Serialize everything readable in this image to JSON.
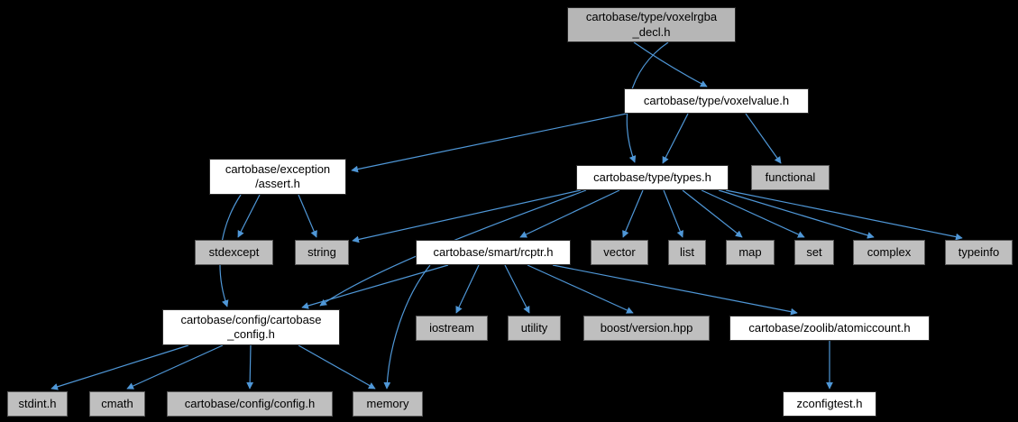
{
  "colors": {
    "background": "#000000",
    "edge": "#4f97d7",
    "internal_node_fill": "#ffffff",
    "external_node_fill": "#bfbfbf",
    "root_node_fill": "#b6b6b6",
    "node_text": "#000000"
  },
  "graph": {
    "nodes": [
      {
        "id": "voxelrgba-decl",
        "label": "cartobase/type/voxelrgba\n_decl.h",
        "kind": "root"
      },
      {
        "id": "voxelvalue",
        "label": "cartobase/type/voxelvalue.h",
        "kind": "internal"
      },
      {
        "id": "assert",
        "label": "cartobase/exception\n/assert.h",
        "kind": "internal"
      },
      {
        "id": "types",
        "label": "cartobase/type/types.h",
        "kind": "internal"
      },
      {
        "id": "functional",
        "label": "functional",
        "kind": "external"
      },
      {
        "id": "stdexcept",
        "label": "stdexcept",
        "kind": "external"
      },
      {
        "id": "string",
        "label": "string",
        "kind": "external"
      },
      {
        "id": "rcptr",
        "label": "cartobase/smart/rcptr.h",
        "kind": "internal"
      },
      {
        "id": "vector",
        "label": "vector",
        "kind": "external"
      },
      {
        "id": "list",
        "label": "list",
        "kind": "external"
      },
      {
        "id": "map",
        "label": "map",
        "kind": "external"
      },
      {
        "id": "set",
        "label": "set",
        "kind": "external"
      },
      {
        "id": "complex",
        "label": "complex",
        "kind": "external"
      },
      {
        "id": "typeinfo",
        "label": "typeinfo",
        "kind": "external"
      },
      {
        "id": "cartobase-config",
        "label": "cartobase/config/cartobase\n_config.h",
        "kind": "internal"
      },
      {
        "id": "iostream",
        "label": "iostream",
        "kind": "external"
      },
      {
        "id": "utility",
        "label": "utility",
        "kind": "external"
      },
      {
        "id": "boost-version",
        "label": "boost/version.hpp",
        "kind": "external"
      },
      {
        "id": "atomiccount",
        "label": "cartobase/zoolib/atomiccount.h",
        "kind": "internal"
      },
      {
        "id": "stdint",
        "label": "stdint.h",
        "kind": "external"
      },
      {
        "id": "cmath",
        "label": "cmath",
        "kind": "external"
      },
      {
        "id": "config",
        "label": "cartobase/config/config.h",
        "kind": "external"
      },
      {
        "id": "memory",
        "label": "memory",
        "kind": "external"
      },
      {
        "id": "zconfigtest",
        "label": "zconfigtest.h",
        "kind": "internal"
      }
    ],
    "edges": [
      {
        "from": "voxelrgba-decl",
        "to": "voxelvalue"
      },
      {
        "from": "voxelrgba-decl",
        "to": "types"
      },
      {
        "from": "voxelvalue",
        "to": "assert"
      },
      {
        "from": "voxelvalue",
        "to": "types"
      },
      {
        "from": "voxelvalue",
        "to": "functional"
      },
      {
        "from": "assert",
        "to": "stdexcept"
      },
      {
        "from": "assert",
        "to": "string"
      },
      {
        "from": "assert",
        "to": "cartobase-config"
      },
      {
        "from": "types",
        "to": "string"
      },
      {
        "from": "types",
        "to": "rcptr"
      },
      {
        "from": "types",
        "to": "vector"
      },
      {
        "from": "types",
        "to": "list"
      },
      {
        "from": "types",
        "to": "map"
      },
      {
        "from": "types",
        "to": "set"
      },
      {
        "from": "types",
        "to": "complex"
      },
      {
        "from": "types",
        "to": "typeinfo"
      },
      {
        "from": "types",
        "to": "cartobase-config"
      },
      {
        "from": "rcptr",
        "to": "cartobase-config"
      },
      {
        "from": "rcptr",
        "to": "iostream"
      },
      {
        "from": "rcptr",
        "to": "utility"
      },
      {
        "from": "rcptr",
        "to": "boost-version"
      },
      {
        "from": "rcptr",
        "to": "atomiccount"
      },
      {
        "from": "rcptr",
        "to": "memory"
      },
      {
        "from": "cartobase-config",
        "to": "stdint"
      },
      {
        "from": "cartobase-config",
        "to": "cmath"
      },
      {
        "from": "cartobase-config",
        "to": "config"
      },
      {
        "from": "cartobase-config",
        "to": "memory"
      },
      {
        "from": "atomiccount",
        "to": "zconfigtest"
      }
    ]
  }
}
